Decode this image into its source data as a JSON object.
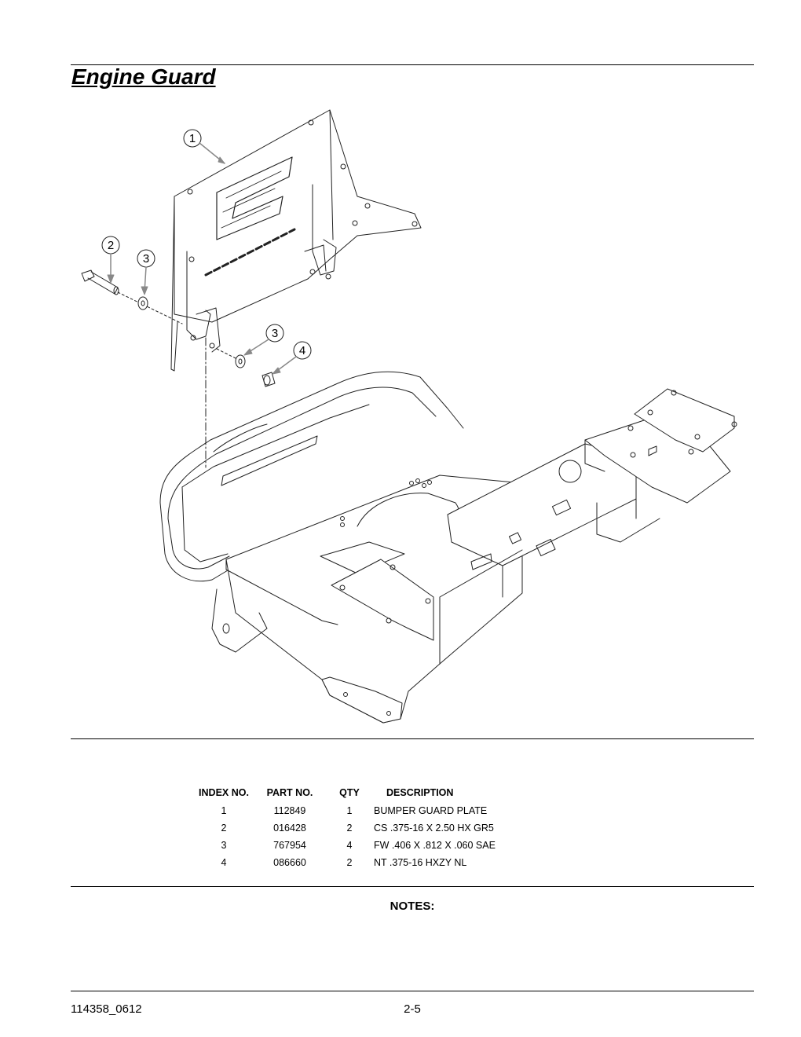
{
  "page": {
    "title": "Engine Guard"
  },
  "diagram": {
    "callouts": [
      "1",
      "2",
      "3",
      "3",
      "4"
    ]
  },
  "parts_table": {
    "headers": [
      "INDEX NO.",
      "PART NO.",
      "QTY",
      "DESCRIPTION"
    ],
    "rows": [
      [
        "1",
        "112849",
        "1",
        "BUMPER GUARD PLATE"
      ],
      [
        "2",
        "016428",
        "2",
        "CS .375-16 X 2.50 HX GR5"
      ],
      [
        "3",
        "767954",
        "4",
        "FW .406 X .812 X .060 SAE"
      ],
      [
        "4",
        "086660",
        "2",
        "NT .375-16 HXZY NL"
      ]
    ]
  },
  "notes": {
    "label": "NOTES:"
  },
  "footer": {
    "doc_number": "114358_0612",
    "page_number": "2-5"
  }
}
